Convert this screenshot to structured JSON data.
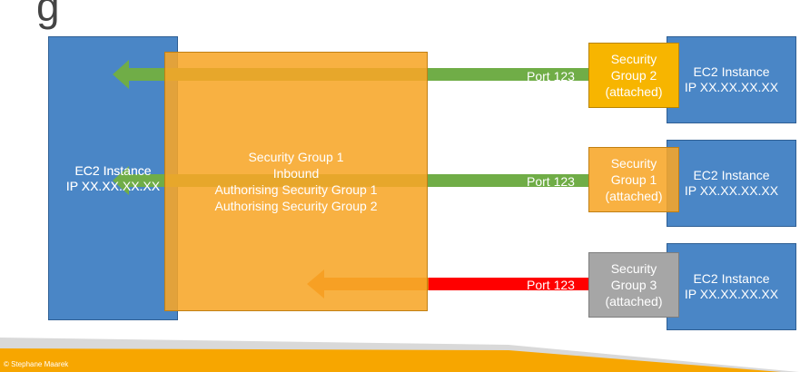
{
  "title_fragment": "g",
  "left_instance": {
    "line1": "EC2 Instance",
    "line2": "IP XX.XX.XX.XX"
  },
  "security_group_main": {
    "line1": "Security Group 1",
    "line2": "Inbound",
    "line3": "Authorising Security Group 1",
    "line4": "Authorising Security Group 2"
  },
  "rows": [
    {
      "port_label": "Port 123",
      "arrow_color": "#70ad47",
      "group": {
        "line1": "Security",
        "line2": "Group 2",
        "line3": "(attached)",
        "color": "#f7b500"
      },
      "instance": {
        "line1": "EC2 Instance",
        "line2": "IP XX.XX.XX.XX"
      }
    },
    {
      "port_label": "Port 123",
      "arrow_color": "#70ad47",
      "group": {
        "line1": "Security",
        "line2": "Group 1",
        "line3": "(attached)",
        "color": "#f7a628"
      },
      "instance": {
        "line1": "EC2 Instance",
        "line2": "IP XX.XX.XX.XX"
      }
    },
    {
      "port_label": "Port 123",
      "arrow_color": "#ff0000",
      "group": {
        "line1": "Security",
        "line2": "Group 3",
        "line3": "(attached)",
        "color": "#a6a6a6"
      },
      "instance": {
        "line1": "EC2 Instance",
        "line2": "IP XX.XX.XX.XX"
      }
    }
  ],
  "footer": {
    "copyright": "© Stephane Maarek",
    "band_color": "#f7a600"
  }
}
